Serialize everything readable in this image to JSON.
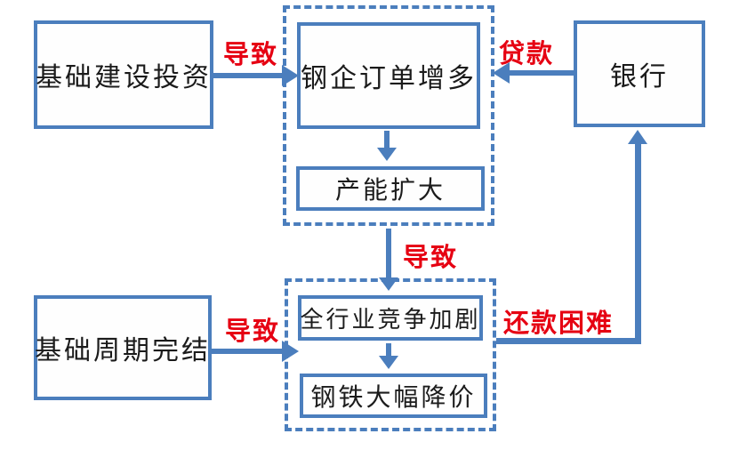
{
  "colors": {
    "accent_blue": "#4b7ebd",
    "label_red": "#e60012",
    "node_text": "#1b1b1b",
    "background": "#ffffff"
  },
  "diagram": {
    "nodes": {
      "infrastructure_investment": "基础建设投资",
      "steel_orders_increase": "钢企订单增多",
      "capacity_expansion": "产能扩大",
      "bank": "银行",
      "industry_competition": "全行业竞争加剧",
      "steel_price_drop": "钢铁大幅降价",
      "infrastructure_cycle_end": "基础周期完结"
    },
    "edge_labels": {
      "leads_to_1": "导致",
      "loan": "贷款",
      "leads_to_2": "导致",
      "leads_to_3": "导致",
      "repayment_difficulty": "还款困难"
    }
  }
}
